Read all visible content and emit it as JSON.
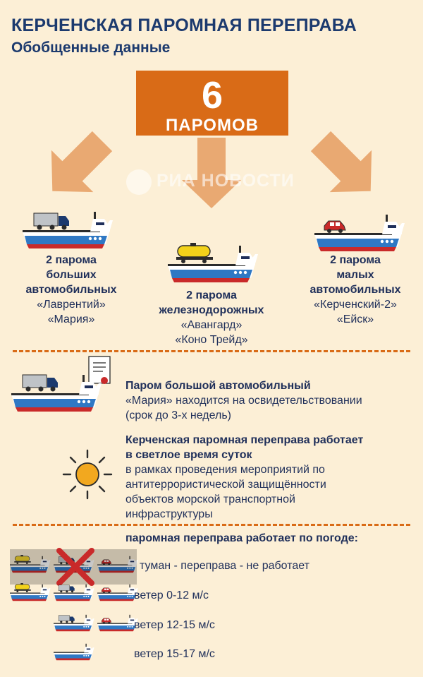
{
  "header": {
    "title": "КЕРЧЕНСКАЯ ПАРОМНАЯ ПЕРЕПРАВА",
    "subtitle": "Обобщенные данные"
  },
  "total": {
    "number": "6",
    "label": "ПАРОМОВ"
  },
  "watermark": "РИА НОВОСТИ",
  "groups": {
    "large": {
      "l1": "2 парома",
      "l2": "больших",
      "l3": "автомобильных",
      "n1": "«Лаврентий»",
      "n2": "«Мария»"
    },
    "rail": {
      "l1": "2 парома",
      "l2": "железнодорожных",
      "n1": "«Авангард»",
      "n2": "«Коно Трейд»"
    },
    "small": {
      "l1": "2 парома",
      "l2": "малых",
      "l3": "автомобильных",
      "n1": "«Керченский-2»",
      "n2": "«Ейск»"
    }
  },
  "notes": {
    "ferry_heading": "Паром большой автомобильный",
    "ferry_line1": "«Мария» находится на освидетельствовании",
    "ferry_line2": "(срок до 3-х недель)",
    "day_h1": "Керченская паромная переправа работает",
    "day_h2": "в светлое время суток",
    "day_l1": "в рамках проведения мероприятий по",
    "day_l2": "антитеррористической защищённости",
    "day_l3": "объектов морской транспортной",
    "day_l4": "инфраструктуры"
  },
  "weather": {
    "heading": "паромная переправа работает по погоде:",
    "rows": [
      "туман - переправа - не работает",
      "ветер 0-12 м/с",
      "ветер 12-15 м/с",
      "ветер 15-17 м/с"
    ]
  },
  "colors": {
    "accent": "#d96b17",
    "navy": "#1c3a6e",
    "bg": "#fcefd6",
    "arrow": "#e9a972",
    "hull": "#2f78c4"
  }
}
